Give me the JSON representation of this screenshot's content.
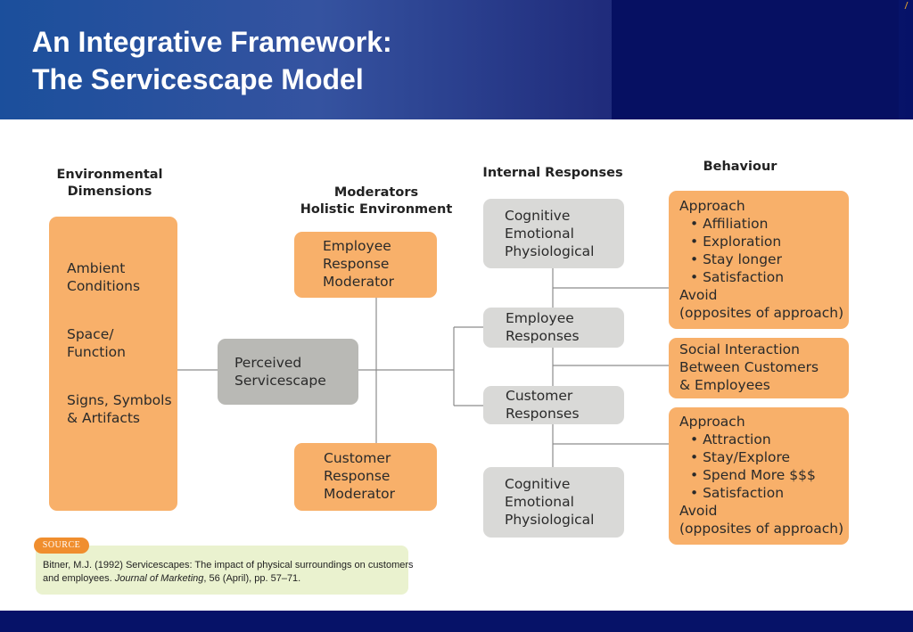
{
  "slide": {
    "title_line1": "An Integrative Framework:",
    "title_line2": "The Servicescape Model"
  },
  "headings": {
    "environmental": [
      "Environmental",
      "Dimensions"
    ],
    "moderators": [
      "Moderators",
      "Holistic Environment"
    ],
    "internal": "Internal Responses",
    "behaviour": "Behaviour"
  },
  "environmental_dimensions": [
    "Ambient Conditions",
    "Space/ Function",
    "Signs, Symbols & Artifacts"
  ],
  "environmental_lines": [
    [
      "Ambient",
      "Conditions"
    ],
    [
      "Space/",
      "Function"
    ],
    [
      "Signs, Symbols",
      "& Artifacts"
    ]
  ],
  "moderators": {
    "employee": [
      "Employee",
      "Response",
      "Moderator"
    ],
    "customer": [
      "Customer",
      "Response",
      "Moderator"
    ]
  },
  "perceived": [
    "Perceived",
    "Servicescape"
  ],
  "internal_responses": {
    "top": [
      "Cognitive",
      "Emotional",
      "Physiological"
    ],
    "employee": [
      "Employee",
      "Responses"
    ],
    "customer": [
      "Customer",
      "Responses"
    ],
    "bottom": [
      "Cognitive",
      "Emotional",
      "Physiological"
    ]
  },
  "behaviour": {
    "employee": {
      "approach": "Approach",
      "items": [
        "Affiliation",
        "Exploration",
        "Stay longer",
        "Satisfaction"
      ],
      "avoid": "Avoid",
      "avoid_note": "(opposites of approach)"
    },
    "social": [
      "Social Interaction",
      "Between Customers",
      "& Employees"
    ],
    "customer": {
      "approach": "Approach",
      "items": [
        "Attraction",
        "Stay/Explore",
        "Spend More $$$",
        "Satisfaction"
      ],
      "avoid": "Avoid",
      "avoid_note": "(opposites of approach)"
    }
  },
  "source": {
    "tag": "SOURCE",
    "authors": "Bitner, M.J. (1992) ",
    "work": "Servicescapes: The impact of physical surroundings on customers",
    "line2_start": "and employees. ",
    "journal": "Journal of Marketing",
    "details": ", 56 (April), pp. 57–71."
  },
  "colors": {
    "header_blue": "#1b4f9c",
    "navy": "#061268",
    "orange_box": "#f8b06a",
    "gray_box": "#d9d9d7",
    "perceived_box": "#b9b9b5",
    "source_bg": "#eaf2cf",
    "source_tag": "#f08e2e"
  }
}
